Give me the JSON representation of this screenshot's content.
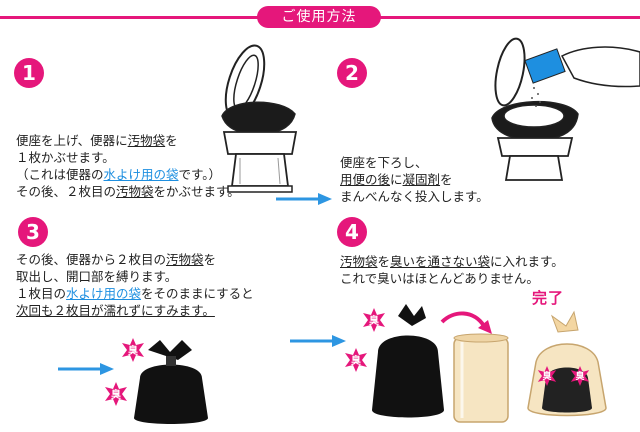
{
  "title": "ご使用方法",
  "colors": {
    "accent": "#e5177b",
    "link_blue": "#1e8fe0",
    "arrow_blue": "#2d96e2"
  },
  "steps": [
    {
      "number": "1",
      "lines": [
        [
          "便座を上げ、便器に",
          "汚物袋",
          "を"
        ],
        [
          "１枚かぶせます。"
        ],
        [
          "（これは便器の",
          "水よけ用の袋",
          "です。）"
        ],
        [
          "その後、２枚目の",
          "汚物袋",
          "をかぶせます。"
        ]
      ]
    },
    {
      "number": "2",
      "lines": [
        [
          "便座を下ろし、"
        ],
        [
          "用便の後",
          "に",
          "凝固剤",
          "を"
        ],
        [
          "まんべんなく投入します。"
        ]
      ]
    },
    {
      "number": "3",
      "lines": [
        [
          "その後、便器から２枚目の",
          "汚物袋",
          "を"
        ],
        [
          "取出し、開口部を縛ります。"
        ],
        [
          "１枚目の",
          "水よけ用の袋",
          "をそのままにすると"
        ],
        [
          "次回も２枚目が濡れずにすみます。"
        ]
      ]
    },
    {
      "number": "4",
      "lines": [
        [
          "汚物袋",
          "を",
          "臭いを通さない袋",
          "に入れます。"
        ],
        [
          "これで臭いはほとんどありません。"
        ]
      ]
    }
  ],
  "odor_label": "臭",
  "done_label": "完了"
}
